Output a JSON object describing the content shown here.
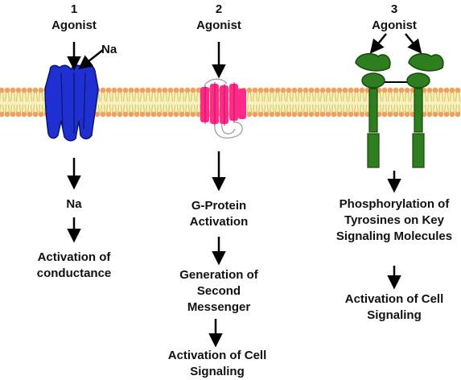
{
  "colors": {
    "membrane_head": "#f0a060",
    "membrane_tail": "#f2e58a",
    "channel": "#1f2fd0",
    "gpcr": "#ff2a8a",
    "rtk": "#2e7d1e",
    "arrow": "#000000"
  },
  "columns": [
    {
      "number": "1",
      "agonist": "Agonist",
      "ion_label": "Na",
      "steps": [
        "Na",
        "Activation of conductance"
      ]
    },
    {
      "number": "2",
      "agonist": "Agonist",
      "steps": [
        "G-Protein Activation",
        "Generation of Second Messenger",
        "Activation of Cell Signaling"
      ]
    },
    {
      "number": "3",
      "agonist": "Agonist",
      "steps": [
        "Phosphorylation of Tyrosines on Key Signaling Molecules",
        "Activation of Cell Signaling"
      ]
    }
  ]
}
